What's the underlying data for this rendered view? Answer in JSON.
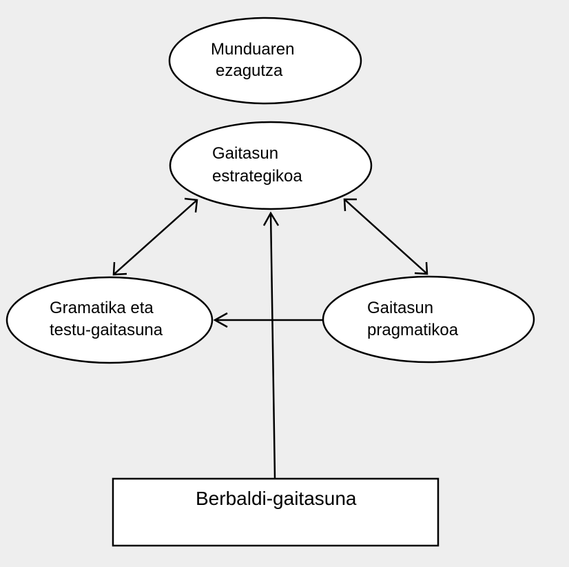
{
  "nodes": {
    "world_knowledge": {
      "lines": [
        "Munduaren",
        "ezagutza"
      ]
    },
    "strategic": {
      "lines": [
        "Gaitasun",
        "estrategikoa"
      ]
    },
    "grammar": {
      "lines": [
        "Gramatika eta",
        "testu-gaitasuna"
      ]
    },
    "pragmatic": {
      "lines": [
        "Gaitasun",
        "pragmatikoa"
      ]
    },
    "discourse": {
      "label": "Berbaldi-gaitasuna"
    }
  },
  "edges": [
    {
      "from": "grammar",
      "to": "strategic",
      "direction": "both"
    },
    {
      "from": "pragmatic",
      "to": "strategic",
      "direction": "both"
    },
    {
      "from": "discourse",
      "to": "strategic",
      "direction": "to"
    },
    {
      "from": "pragmatic",
      "to": "grammar",
      "direction": "to"
    }
  ],
  "colors": {
    "background": "#eeeeee",
    "node_fill": "#ffffff",
    "stroke": "#000000"
  }
}
